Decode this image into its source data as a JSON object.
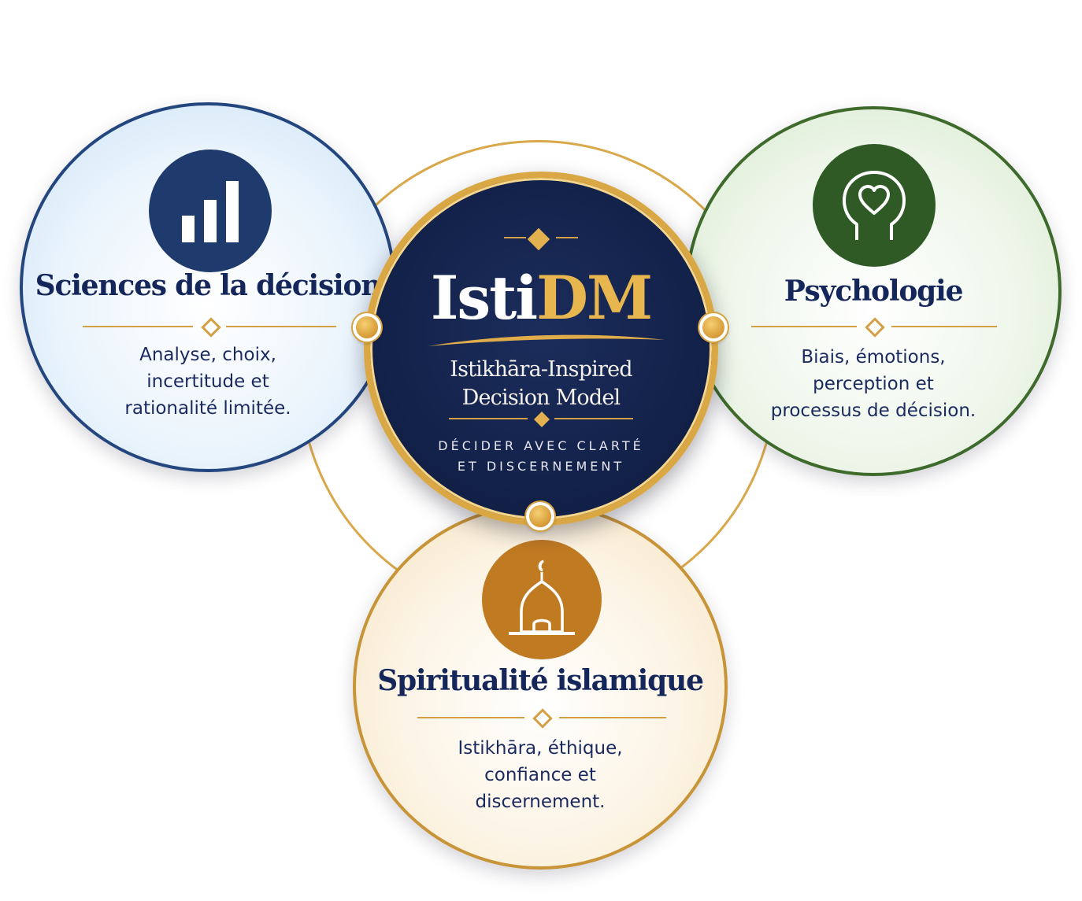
{
  "center": {
    "logo_white": "Isti",
    "logo_gold": "DM",
    "subtitle_line1": "Istikhāra-Inspired",
    "subtitle_line2": "Decision Model",
    "tagline_line1": "DÉCIDER AVEC CLARTÉ",
    "tagline_line2": "ET DISCERNEMENT"
  },
  "pillars": {
    "left": {
      "title": "Sciences de la décision",
      "desc": [
        "Analyse, choix,",
        "incertitude et",
        "rationalité limitée."
      ],
      "icon": "bar-chart-icon",
      "color": "#1f3b6e"
    },
    "right": {
      "title": "Psychologie",
      "desc": [
        "Biais, émotions,",
        "perception et",
        "processus de décision."
      ],
      "icon": "head-heart-icon",
      "color": "#2f5a26"
    },
    "bottom": {
      "title": "Spiritualité islamique",
      "desc": [
        "Istikhāra, éthique,",
        "confiance et",
        "discernement."
      ],
      "icon": "mosque-dome-icon",
      "color": "#c07a22"
    }
  },
  "colors": {
    "navy": "#13224a",
    "gold": "#d9a743",
    "green": "#3e6a2c",
    "blue": "#24467f"
  }
}
